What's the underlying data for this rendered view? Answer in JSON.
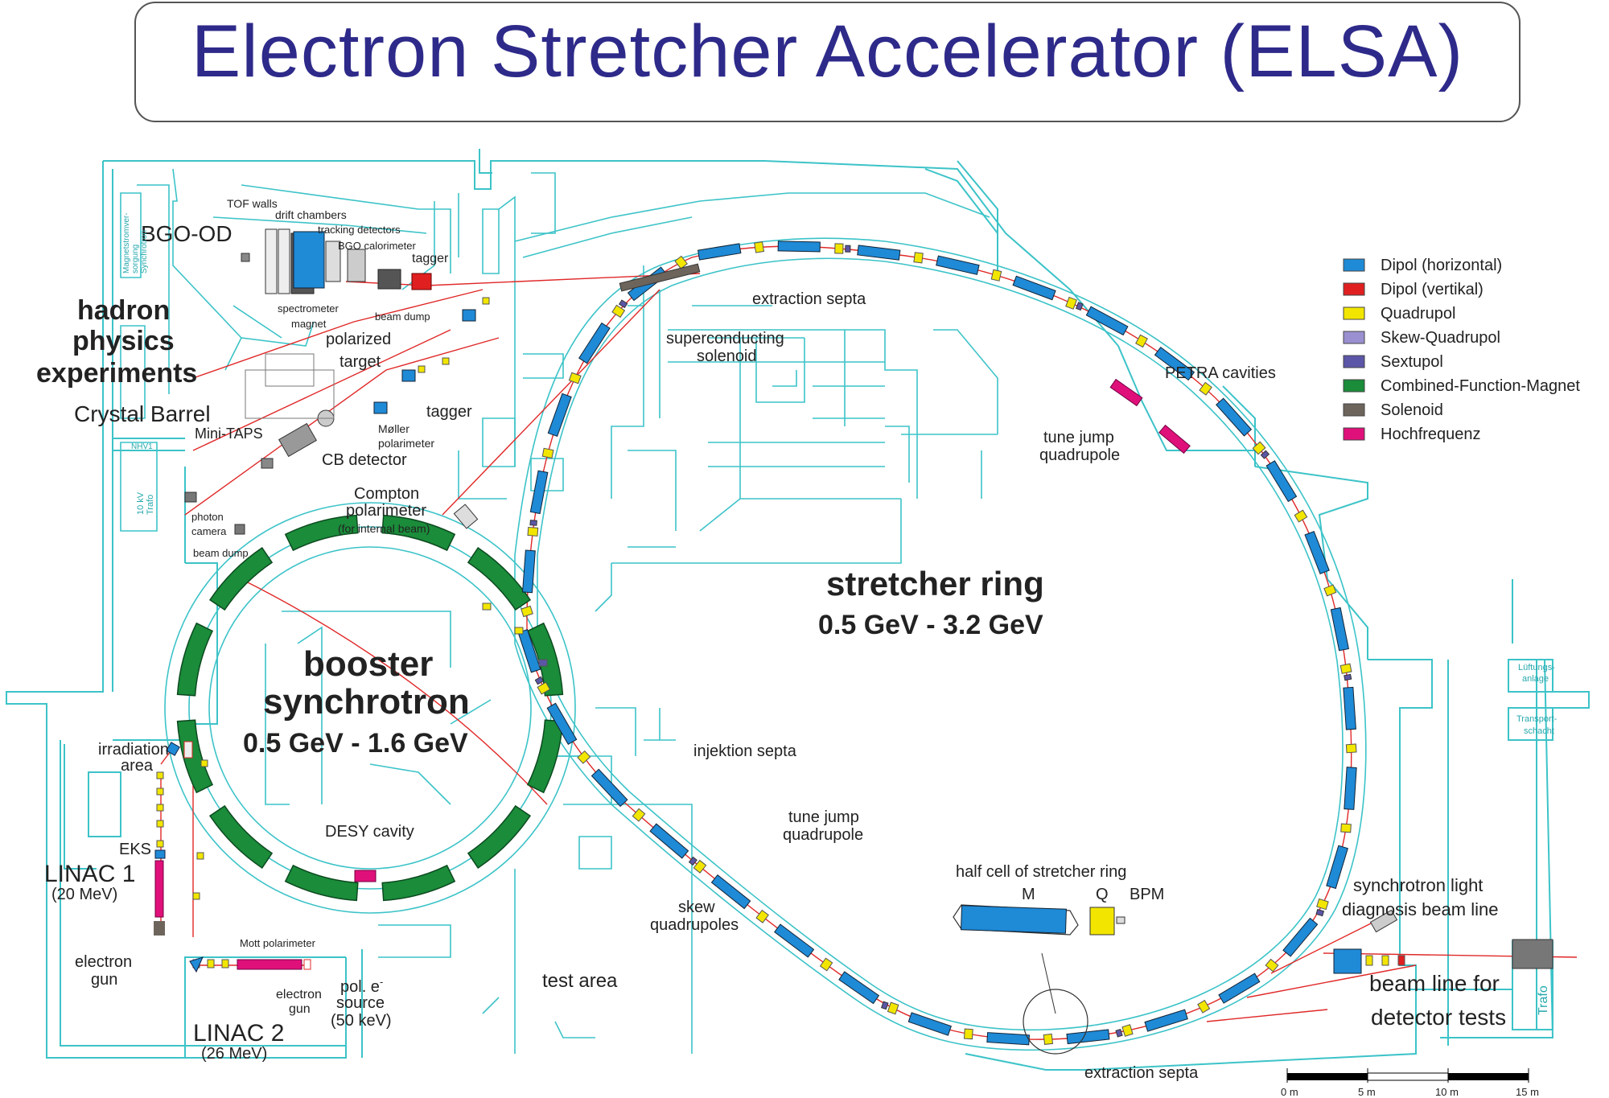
{
  "title": "Electron Stretcher Accelerator (ELSA)",
  "legend": [
    {
      "label": "Dipol (horizontal)",
      "color": "#1f8ad6"
    },
    {
      "label": "Dipol (vertikal)",
      "color": "#e02020"
    },
    {
      "label": "Quadrupol",
      "color": "#f2e600"
    },
    {
      "label": "Skew-Quadrupol",
      "color": "#9a8fd0"
    },
    {
      "label": "Sextupol",
      "color": "#5c56a8"
    },
    {
      "label": "Combined-Function-Magnet",
      "color": "#1a8c3a"
    },
    {
      "label": "Solenoid",
      "color": "#6d655c"
    },
    {
      "label": "Hochfrequenz",
      "color": "#e0107a"
    }
  ],
  "labels": {
    "bgo_od": "BGO-OD",
    "tof_walls": "TOF walls",
    "drift_chambers": "drift chambers",
    "tracking_detectors": "tracking detectors",
    "bgo_calorimeter": "BGO calorimeter",
    "tagger_top": "tagger",
    "spectrometer": "spectrometer",
    "magnet": "magnet",
    "beam_dump_top": "beam dump",
    "hadron": "hadron",
    "physics": "physics",
    "experiments": "experiments",
    "polarized": "polarized",
    "target": "target",
    "crystal_barrel": "Crystal Barrel",
    "tagger_mid": "tagger",
    "moller": "Møller",
    "polarimeter": "polarimeter",
    "mini_taps": "Mini-TAPS",
    "cb_detector": "CB detector",
    "compton": "Compton",
    "polarimeter2": "polarimeter",
    "internal_beam": "(for internal beam)",
    "photon": "photon",
    "camera": "camera",
    "beam_dump_left": "beam dump",
    "extraction_septa_top": "extraction septa",
    "superconducting": "superconducting",
    "solenoid": "solenoid",
    "petra_cavities": "PETRA cavities",
    "tune_jump_1": "tune jump",
    "quadrupole_1": "quadrupole",
    "stretcher_ring": "stretcher ring",
    "stretcher_energy": "0.5 GeV - 3.2 GeV",
    "booster": "booster",
    "synchrotron": "synchrotron",
    "booster_energy": "0.5 GeV - 1.6 GeV",
    "desy_cavity": "DESY cavity",
    "injektion_septa": "injektion septa",
    "tune_jump_2": "tune jump",
    "quadrupole_2": "quadrupole",
    "skew": "skew",
    "quadrupoles": "quadrupoles",
    "irradiation": "irradiation",
    "area": "area",
    "eks": "EKS",
    "linac1": "LINAC 1",
    "linac1_energy": "(20 MeV)",
    "electron_gun_1a": "electron",
    "electron_gun_1b": "gun",
    "mott": "Mott polarimeter",
    "electron_gun_2a": "electron",
    "electron_gun_2b": "gun",
    "pol_source": "pol. e",
    "pol_source_sup": "-",
    "source": "source",
    "source_energy": "(50 keV)",
    "linac2": "LINAC 2",
    "linac2_energy": "(26 MeV)",
    "test_area": "test area",
    "half_cell": "half cell of stretcher ring",
    "m": "M",
    "q": "Q",
    "bpm": "BPM",
    "sync_light_1": "synchrotron light",
    "sync_light_2": "diagnosis beam line",
    "beam_line_1": "beam line for",
    "beam_line_2": "detector tests",
    "extraction_septa_bottom": "extraction septa",
    "trafo": "Trafo",
    "lueftung_1": "Lüftungs-",
    "lueftung_2": "anlage",
    "transport_1": "Transport-",
    "transport_2": "schacht",
    "nhv": "NHV1",
    "kv_trafo_1": "10 kV",
    "kv_trafo_2": "Trafo",
    "magnet_supply_1": "Magnetstromver-",
    "magnet_supply_2": "sorgung",
    "magnet_supply_3": "Synchrotron"
  },
  "scale": {
    "ticks": [
      "0 m",
      "5 m",
      "10 m",
      "15 m"
    ]
  }
}
